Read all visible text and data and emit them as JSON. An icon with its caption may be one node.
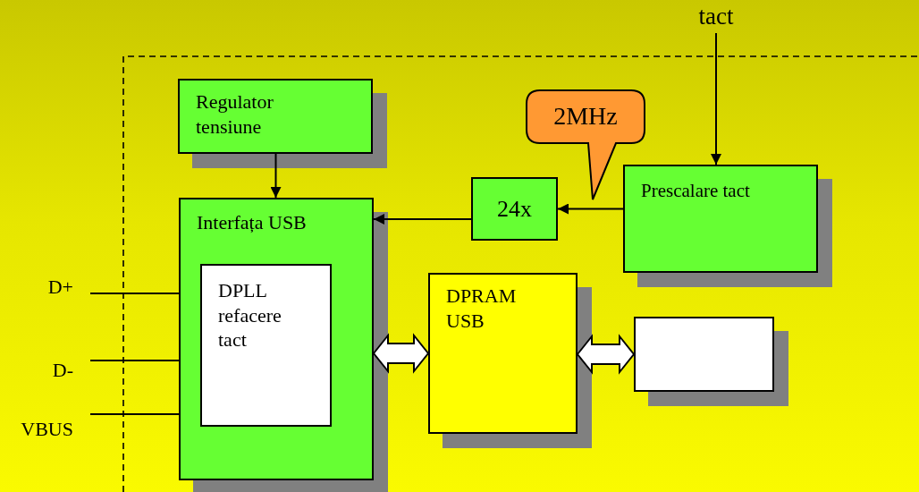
{
  "diagram": {
    "nodes": [
      {
        "text": [
          "Regulator tensiune"
        ]
      },
      {
        "text": [
          "Interfața USB"
        ]
      },
      {
        "text": [
          "DPLL refacere tact"
        ],
        "in": 1
      },
      {
        "text": [
          "24x"
        ]
      },
      {
        "text": [
          "2MHz"
        ]
      },
      {
        "text": [
          "Prescalare tact"
        ]
      },
      {
        "text": [
          "DPRAM USB"
        ]
      },
      {
        "text": [],
        "shape": "box"
      },
      {
        "text": [
          "tact"
        ]
      },
      {
        "text": [
          "D+"
        ]
      },
      {
        "text": [
          "D-"
        ]
      },
      {
        "text": [
          "VBUS"
        ]
      }
    ],
    "edges": [
      {
        "from": 0,
        "to": 1,
        "arrow": "to"
      },
      {
        "from": 8,
        "to": 5,
        "arrow": "to"
      },
      {
        "from": 5,
        "to": 3,
        "arrow": "to"
      },
      {
        "from": 3,
        "to": 1,
        "arrow": "to"
      },
      {
        "from": 1,
        "to": 6,
        "arrow": "both",
        "style": "thick"
      },
      {
        "from": 6,
        "to": 7,
        "arrow": "both",
        "style": "thick"
      },
      {
        "from": 9,
        "to": 1,
        "arrow": "none"
      },
      {
        "from": 10,
        "to": 1,
        "arrow": "none"
      },
      {
        "from": 11,
        "to": 1,
        "arrow": "none"
      }
    ]
  }
}
